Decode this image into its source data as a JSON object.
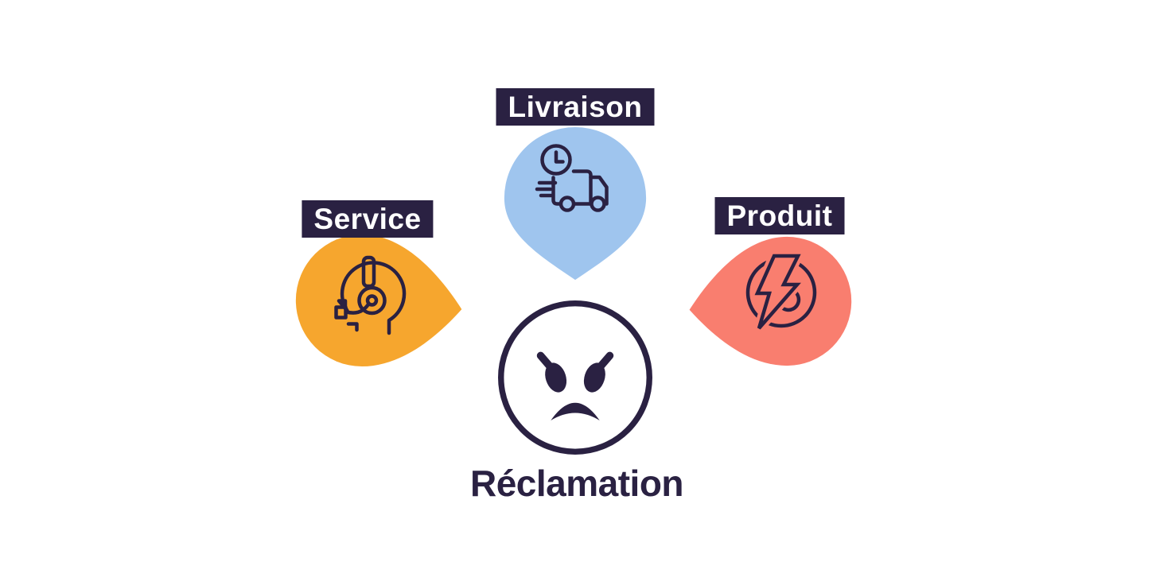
{
  "diagram": {
    "type": "hub-and-spoke",
    "background": "#FFFFFF",
    "ink_color": "#2A2142",
    "label_style": {
      "background": "#2A2142",
      "text_color": "#FFFFFF"
    },
    "center": {
      "label": "Réclamation",
      "icon": "angry-face-icon",
      "fill": "#FFFFFF",
      "stroke": "#2A2142"
    },
    "categories": [
      {
        "label": "Service",
        "icon": "headset-agent-icon",
        "color": "#F6A62E",
        "direction": "points-right"
      },
      {
        "label": "Livraison",
        "icon": "delivery-truck-icon",
        "color": "#9FC5EE",
        "direction": "points-down"
      },
      {
        "label": "Produit",
        "icon": "power-bolt-icon",
        "color": "#F97E6F",
        "direction": "points-left"
      }
    ]
  }
}
